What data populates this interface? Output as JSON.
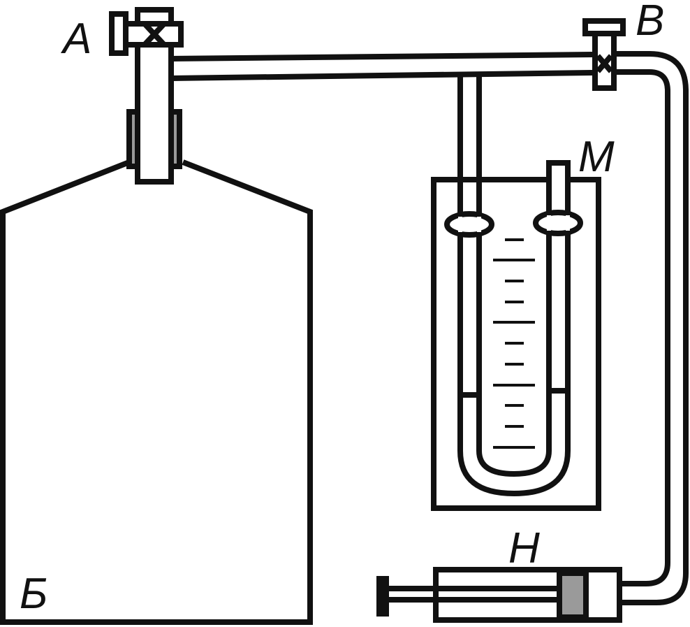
{
  "labels": {
    "valve_a": "A",
    "valve_b": "B",
    "manometer": "M",
    "syringe": "H",
    "vessel": "Б"
  },
  "colors": {
    "stroke": "#111111",
    "fill": "#ffffff",
    "gray": "#9a9a9a"
  },
  "icons": {
    "valve_a": "valve-cross-icon",
    "valve_b": "valve-cross-icon"
  }
}
